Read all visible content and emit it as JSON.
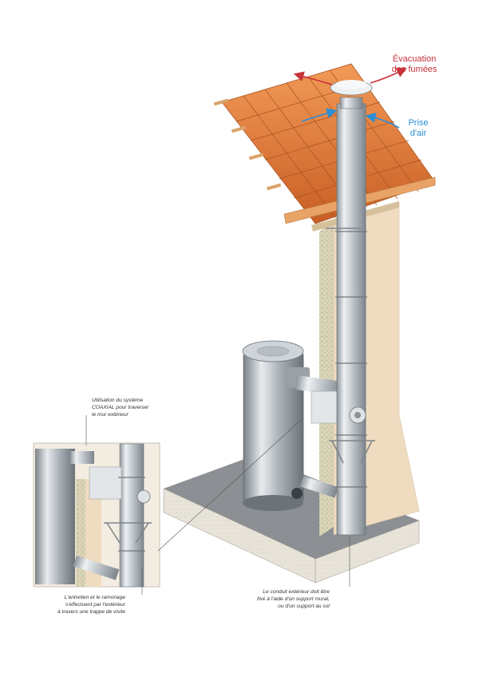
{
  "labels": {
    "exhaust": [
      "Évacuation",
      "des fumées"
    ],
    "air_intake": [
      "Prise",
      "d'air"
    ]
  },
  "notes": {
    "coaxial_system": [
      "Utilisation du système",
      "COAXIAL pour traverser",
      "le mur extérieur"
    ],
    "maintenance": [
      "L'entretien et le ramonage",
      "s'effectuent par l'extérieur",
      "à travers une trappe de visite"
    ],
    "mounting": [
      "Le conduit extérieur doit être",
      "fixé à l'aide d'un support mural,",
      "ou d'un support au sol"
    ]
  },
  "colors": {
    "exhaust_arrow": "#c8323a",
    "air_arrow": "#2a8fd6",
    "roof_tile": "#e07a3a",
    "wall": "#efdcc0",
    "steel": "#c7ccd1"
  }
}
